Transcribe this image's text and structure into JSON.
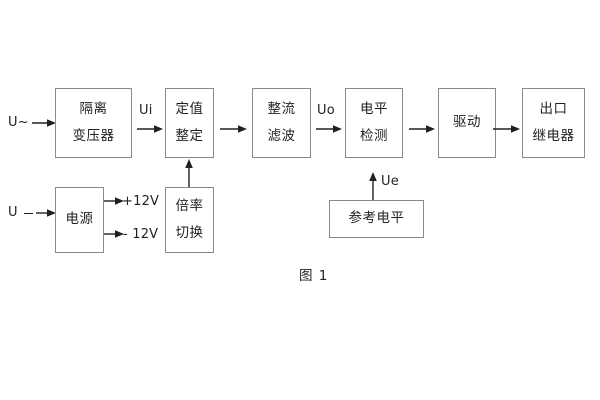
{
  "diagram": {
    "caption": "图 1",
    "boxes": {
      "isolation_transformer": {
        "line1": "隔离",
        "line2": "变压器"
      },
      "setting_value": {
        "line1": "定值",
        "line2": "整定"
      },
      "rectify_filter": {
        "line1": "整流",
        "line2": "滤波"
      },
      "level_detect": {
        "line1": "电平",
        "line2": "检测"
      },
      "drive": {
        "line1": "驱动"
      },
      "output_relay": {
        "line1": "出口",
        "line2": "继电器"
      },
      "power_supply": {
        "line1": "电源"
      },
      "multiplier_switch": {
        "line1": "倍率",
        "line2": "切换"
      },
      "reference_level": {
        "line1": "参考电平"
      }
    },
    "signals": {
      "input_ac": "U~",
      "input_dc": "U",
      "ui": "Ui",
      "uo": "Uo",
      "ue": "Ue",
      "rail_positive": "+12V",
      "rail_negative": "- 12V"
    },
    "colors": {
      "box_border": "#8a8a8a",
      "text": "#231f20",
      "arrow": "#231f20",
      "background": "#ffffff"
    }
  }
}
